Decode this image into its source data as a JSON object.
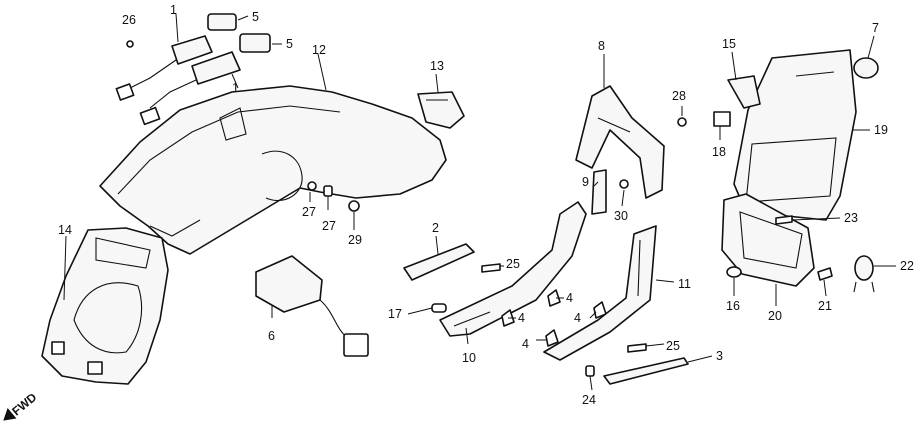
{
  "callouts": {
    "c1": "1",
    "c1b": "1",
    "c2": "2",
    "c3": "3",
    "c4a": "4",
    "c4b": "4",
    "c4c": "4",
    "c4d": "4",
    "c5a": "5",
    "c5b": "5",
    "c6": "6",
    "c7": "7",
    "c8": "8",
    "c9": "9",
    "c10": "10",
    "c11": "11",
    "c12": "12",
    "c13": "13",
    "c14": "14",
    "c15": "15",
    "c16": "16",
    "c17": "17",
    "c18": "18",
    "c19": "19",
    "c20": "20",
    "c21": "21",
    "c22": "22",
    "c23": "23",
    "c24": "24",
    "c25a": "25",
    "c25b": "25",
    "c26": "26",
    "c27a": "27",
    "c27b": "27",
    "c28": "28",
    "c29": "29",
    "c30": "30"
  },
  "direction_label": "FWD"
}
